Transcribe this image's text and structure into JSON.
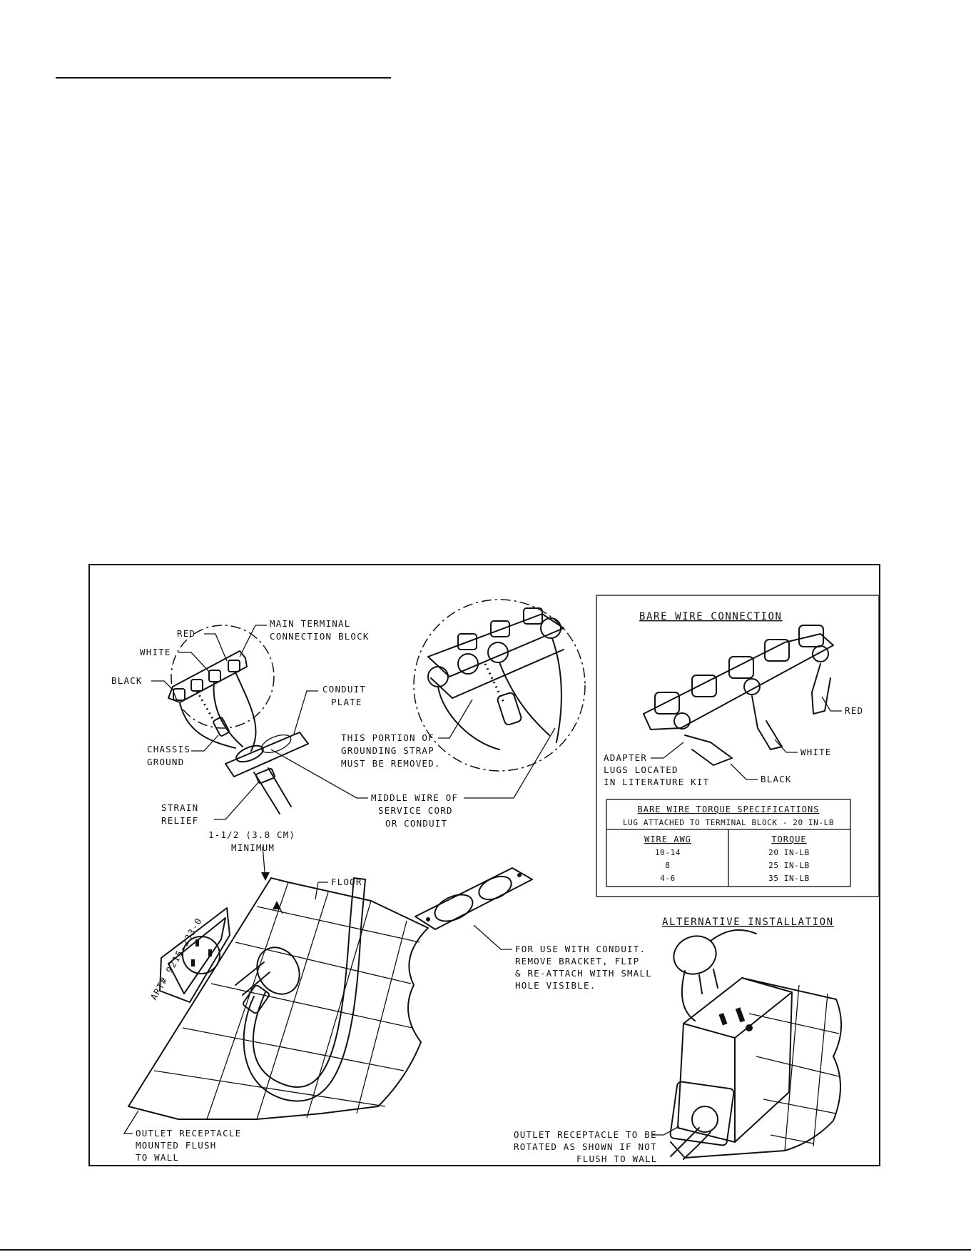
{
  "left_detail": {
    "labels": {
      "red": "RED",
      "white": "WHITE",
      "black": "BLACK",
      "main_block": [
        "MAIN TERMINAL",
        "CONNECTION BLOCK"
      ],
      "conduit_plate": [
        "CONDUIT",
        "PLATE"
      ],
      "chassis_ground": [
        "CHASSIS",
        "GROUND"
      ],
      "strain_relief": [
        "STRAIN",
        "RELIEF"
      ],
      "middle_wire": [
        "MIDDLE WIRE OF",
        "SERVICE CORD",
        "OR CONDUIT"
      ],
      "grounding_strap": [
        "THIS PORTION OF",
        "GROUNDING STRAP",
        "MUST BE REMOVED."
      ]
    }
  },
  "bare_wire": {
    "title": "BARE WIRE CONNECTION",
    "labels": {
      "red": "RED",
      "white": "WHITE",
      "black": "BLACK",
      "adapter": [
        "ADAPTER",
        "LUGS LOCATED",
        "IN LITERATURE KIT"
      ]
    },
    "torque_table": {
      "title": "BARE WIRE TORQUE SPECIFICATIONS",
      "subtitle": "LUG ATTACHED TO TERMINAL BLOCK - 20 IN-LB",
      "headers": [
        "WIRE AWG",
        "TORQUE"
      ],
      "rows": [
        [
          "10-14",
          "20 IN-LB"
        ],
        [
          "8",
          "25 IN-LB"
        ],
        [
          "4-6",
          "35 IN-LB"
        ]
      ]
    }
  },
  "floor_detail": {
    "labels": {
      "minimum": [
        "1-1/2 (3.8 CM)",
        "MINIMUM"
      ],
      "floor": "FLOOR",
      "art_number": "ART# 9215-233-0",
      "outlet_flush": [
        "OUTLET RECEPTACLE",
        "MOUNTED FLUSH",
        "TO WALL"
      ],
      "conduit_note": [
        "FOR USE WITH CONDUIT.",
        "REMOVE BRACKET, FLIP",
        "& RE-ATTACH WITH SMALL",
        "HOLE VISIBLE."
      ]
    }
  },
  "alternative": {
    "title": "ALTERNATIVE INSTALLATION",
    "note": [
      "OUTLET RECEPTACLE TO BE",
      "ROTATED AS SHOWN IF NOT",
      "FLUSH TO WALL"
    ]
  }
}
